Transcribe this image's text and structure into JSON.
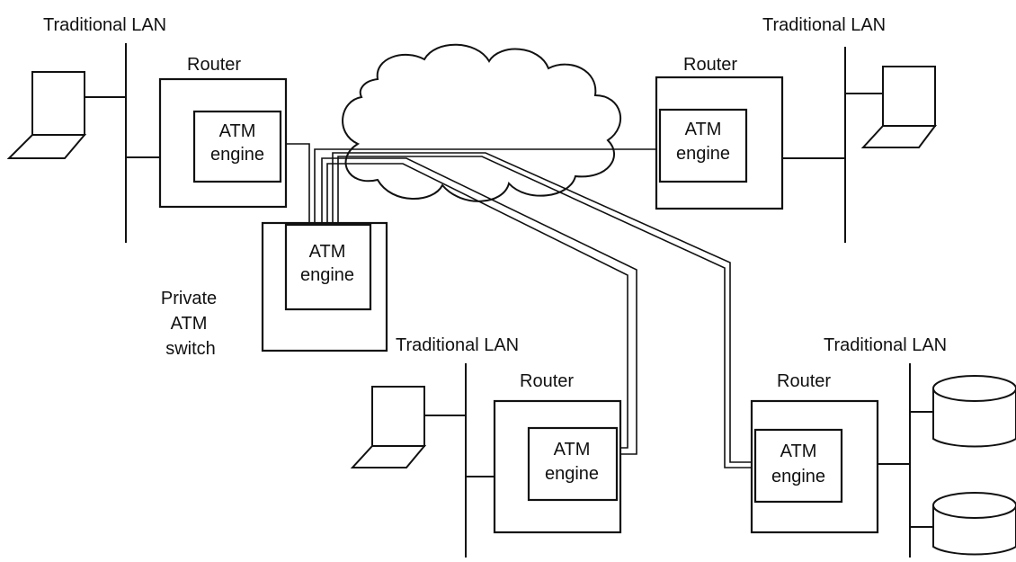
{
  "lan_label": "Traditional LAN",
  "router_label": "Router",
  "engine_line1": "ATM",
  "engine_line2": "engine",
  "switch_label_lines": [
    "Private",
    "ATM",
    "switch"
  ],
  "nodes": {
    "lan_top_left": {
      "lan": "Traditional LAN",
      "router": "Router",
      "engine": [
        "ATM",
        "engine"
      ],
      "host": "laptop"
    },
    "lan_top_right": {
      "lan": "Traditional LAN",
      "router": "Router",
      "engine": [
        "ATM",
        "engine"
      ],
      "host": "laptop"
    },
    "lan_bottom_middle": {
      "lan": "Traditional LAN",
      "router": "Router",
      "engine": [
        "ATM",
        "engine"
      ],
      "host": "laptop"
    },
    "lan_bottom_right": {
      "lan": "Traditional LAN",
      "router": "Router",
      "engine": [
        "ATM",
        "engine"
      ],
      "host": "disk-storage"
    },
    "private_switch": {
      "label": [
        "Private",
        "ATM",
        "switch"
      ],
      "engine": [
        "ATM",
        "engine"
      ]
    }
  }
}
